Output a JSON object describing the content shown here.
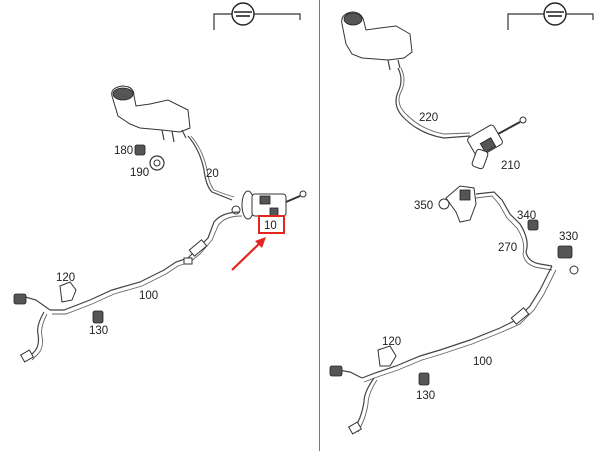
{
  "colors": {
    "highlight": "#e3241f",
    "line": "#444444",
    "divider": "#777777"
  },
  "icons": {
    "view_orientation": "car-orientation-icon"
  },
  "left_panel": {
    "labels": {
      "p10": "10",
      "p20": "20",
      "p100": "100",
      "p120": "120",
      "p130": "130",
      "p180": "180",
      "p190": "190"
    },
    "highlighted_part": "10"
  },
  "right_panel": {
    "labels": {
      "p100": "100",
      "p120": "120",
      "p130": "130",
      "p210": "210",
      "p220": "220",
      "p270": "270",
      "p330": "330",
      "p340": "340",
      "p350": "350"
    }
  }
}
